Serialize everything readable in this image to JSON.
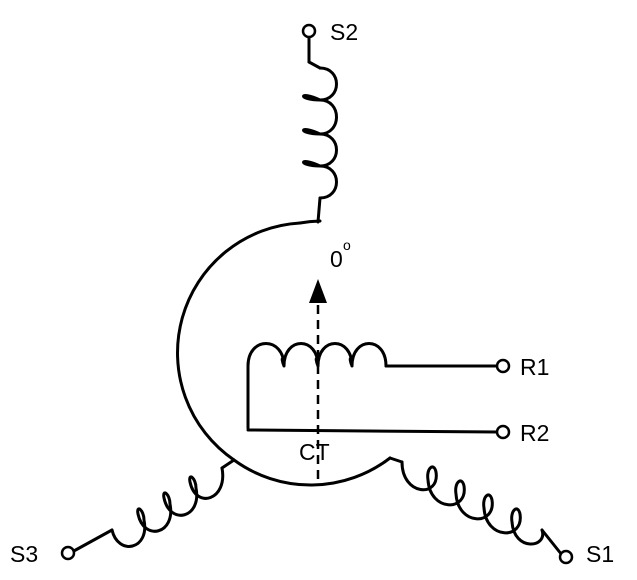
{
  "diagram": {
    "terminals": {
      "s1": "S1",
      "s2": "S2",
      "s3": "S3",
      "r1": "R1",
      "r2": "R2"
    },
    "center_tap": "CT",
    "angle": {
      "value": "0",
      "unit": "o"
    },
    "colors": {
      "stroke": "#000000",
      "background": "#ffffff"
    }
  }
}
